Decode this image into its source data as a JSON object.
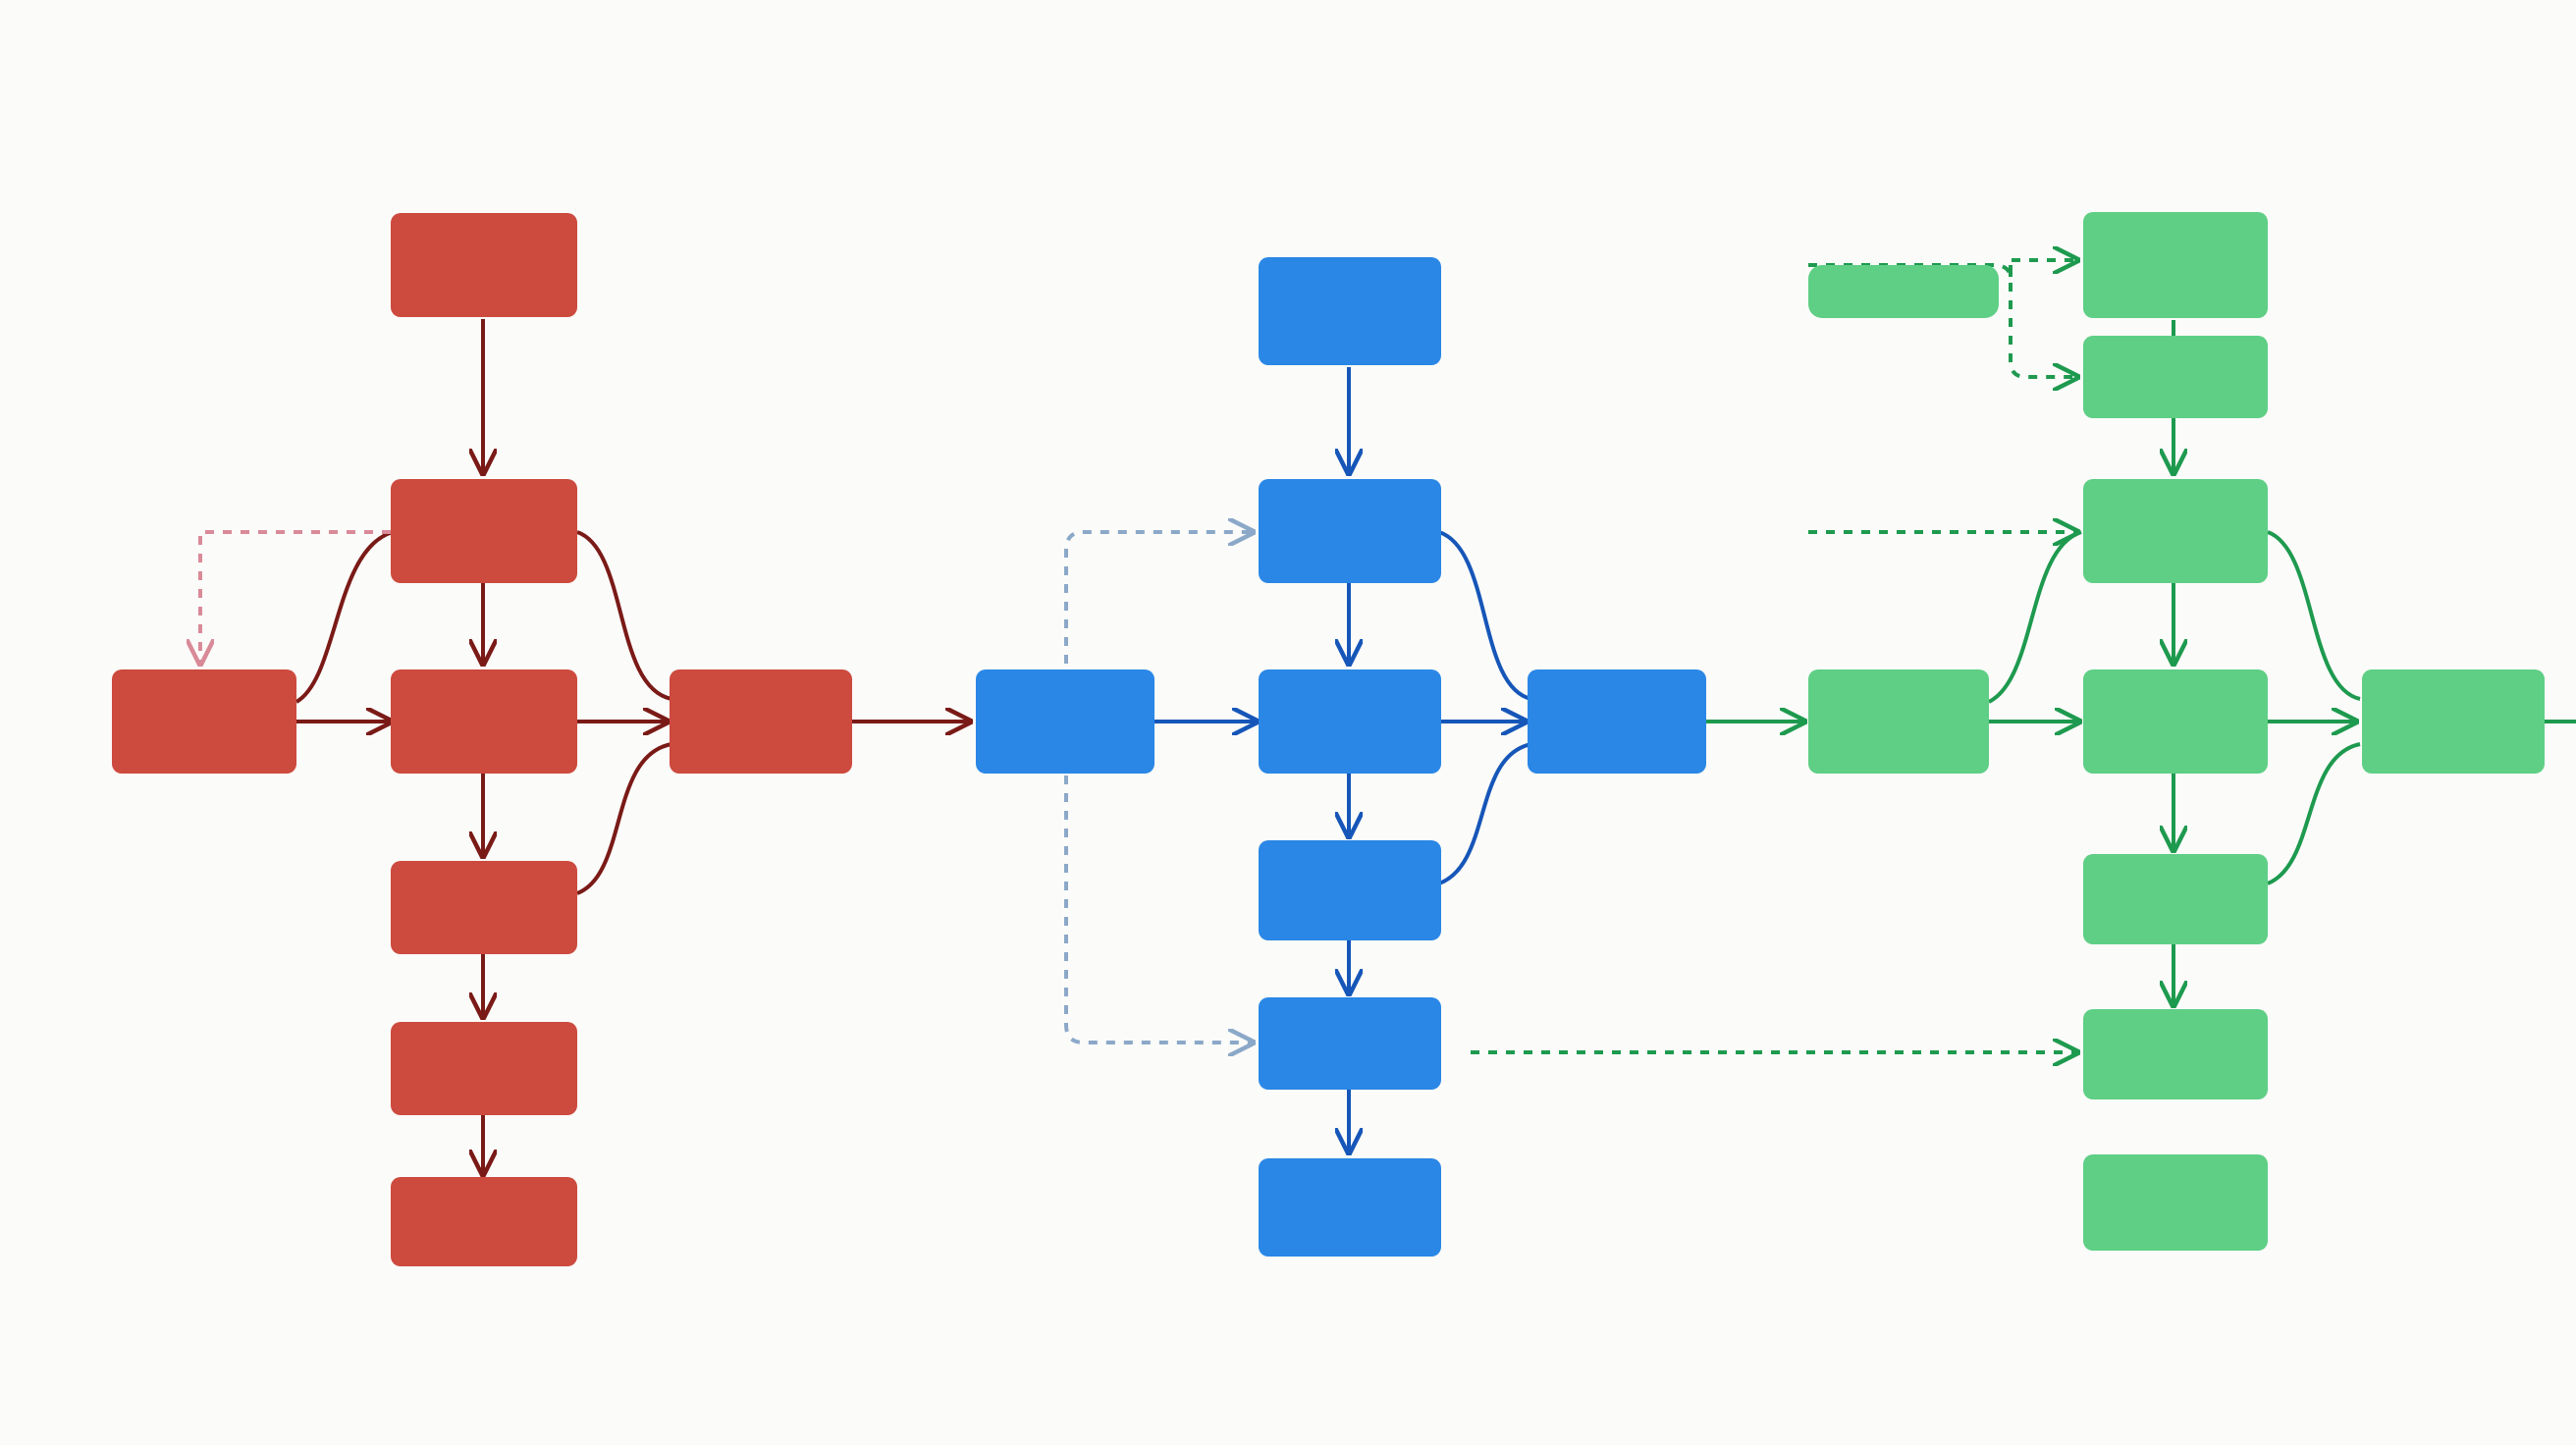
{
  "diagram": {
    "groups": [
      {
        "id": "red",
        "color": "#cd4a3e",
        "edge_color": "#7a1a17",
        "dashed_color": "#d98a98",
        "node_count": 8
      },
      {
        "id": "blue",
        "color": "#2a87e6",
        "edge_color": "#1656b8",
        "dashed_color": "#8ba8c8",
        "node_count": 8
      },
      {
        "id": "green",
        "color": "#5ecf85",
        "edge_color": "#1e9a4f",
        "dashed_color": "#1e9a4f",
        "node_count": 10
      }
    ],
    "labels_visible": false
  }
}
